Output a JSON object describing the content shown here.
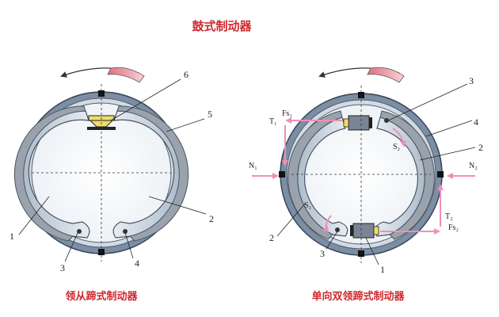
{
  "title": "鼓式制动器",
  "left_diagram": {
    "caption": "领从蹄式制动器",
    "callouts": [
      "1",
      "2",
      "3",
      "4",
      "5",
      "6"
    ]
  },
  "right_diagram": {
    "caption": "单向双领蹄式制动器",
    "callouts": [
      "1",
      "2",
      "2",
      "3",
      "3",
      "4"
    ],
    "force_labels": {
      "n1": "N₁",
      "n2": "N₂",
      "t1": "T₁",
      "t2": "T₂",
      "fs1": "Fs₁",
      "fs2": "Fs₂",
      "s1": "S₁",
      "s2": "S₂"
    }
  },
  "colors": {
    "title_red": "#d0282e",
    "drum_outer": "#7b8ea4",
    "lining": "#9aa3ad",
    "shoe": "#c9d4de",
    "arrow_pink": "#f08fb5"
  }
}
